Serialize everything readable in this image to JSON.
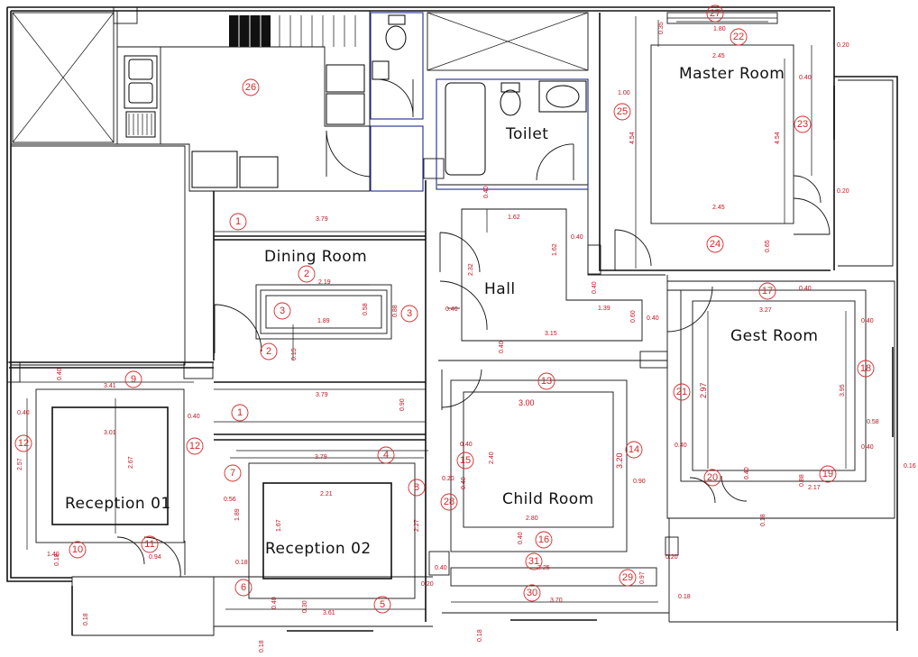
{
  "rooms": {
    "master": "Master Room",
    "toilet": "Toilet",
    "dining": "Dining Room",
    "hall": "Hall",
    "gest": "Gest Room",
    "child": "Child Room",
    "reception1": "Reception 01",
    "reception2": "Reception 02"
  },
  "dimensions": {
    "d_180": "1.80",
    "d_245a": "2.45",
    "d_245b": "2.45",
    "d_454a": "4.54",
    "d_454b": "4.54",
    "d_100": "1.00",
    "d_035": "0.35",
    "d_040a": "0.40",
    "d_020a": "0.20",
    "d_040b": "0.40",
    "d_020b": "0.20",
    "d_065": "0.65",
    "d_379a": "3.79",
    "d_219": "2.19",
    "d_189": "1.89",
    "d_058": "0.58",
    "d_088": "0.88",
    "d_015a": "0.15",
    "d_162a": "1.62",
    "d_162b": "1.62",
    "d_040c": "0.40",
    "d_040d": "0.40",
    "d_232": "2.32",
    "d_139": "1.39",
    "d_040e": "0.40",
    "d_315": "3.15",
    "d_040f": "0.40",
    "d_060": "0.60",
    "d_327": "3.27",
    "d_040g": "0.40",
    "d_297": "2.97",
    "d_395": "3.95",
    "d_040h": "0.40",
    "d_040i": "0.40",
    "d_058b": "0.58",
    "d_016": "0.16",
    "d_040j": "0.40",
    "d_341": "3.41",
    "d_040k": "0.40",
    "d_040l": "0.40",
    "d_301": "3.01",
    "d_267": "2.67",
    "d_257": "2.57",
    "d_379b": "3.79",
    "d_090": "0.90",
    "d_040m": "0.40",
    "d_379c": "3.79",
    "d_221": "2.21",
    "d_167": "1.67",
    "d_227": "2.27",
    "d_056": "0.56",
    "d_189b": "1.89",
    "d_300": "3.00",
    "d_320": "3.20",
    "d_240": "2.40",
    "d_040n": "0.40",
    "d_280": "2.80",
    "d_090b": "0.90",
    "d_040o": "0.40",
    "d_040p": "0.40",
    "d_217": "2.17",
    "d_088b": "0.88",
    "d_018a": "0.18",
    "d_040q": "0.40",
    "d_325": "3.25",
    "d_370": "3.70",
    "d_018b": "0.18",
    "d_097": "0.97",
    "d_020c": "0.20",
    "d_020d": "0.20",
    "d_018c": "0.18",
    "d_361": "3.61",
    "d_018d": "0.18",
    "d_040r": "0.40",
    "d_030": "0.30",
    "d_140": "1.40",
    "d_018e": "0.18",
    "d_094": "0.94",
    "d_018f": "0.18",
    "d_018g": "0.18",
    "d_020e": "0.20",
    "d_040s": "0.40",
    "d_040t": "0.40"
  },
  "tags": {
    "t1a": "1",
    "t1b": "1",
    "t2a": "2",
    "t2b": "2",
    "t3a": "3",
    "t3b": "3",
    "t4": "4",
    "t5": "5",
    "t6": "6",
    "t7": "7",
    "t8": "8",
    "t9": "9",
    "t10": "10",
    "t11": "11",
    "t12a": "12",
    "t12b": "12",
    "t13": "13",
    "t14": "14",
    "t15": "15",
    "t16": "16",
    "t17": "17",
    "t18": "18",
    "t19": "19",
    "t20": "20",
    "t21": "21",
    "t22": "22",
    "t23": "23",
    "t24": "24",
    "t25": "25",
    "t26": "26",
    "t27": "27",
    "t28": "28",
    "t29": "29",
    "t30": "30",
    "t31": "31"
  },
  "colors": {
    "annotation": "#d62828",
    "wall": "#111111",
    "fixture_outline": "#1b2a8c"
  }
}
